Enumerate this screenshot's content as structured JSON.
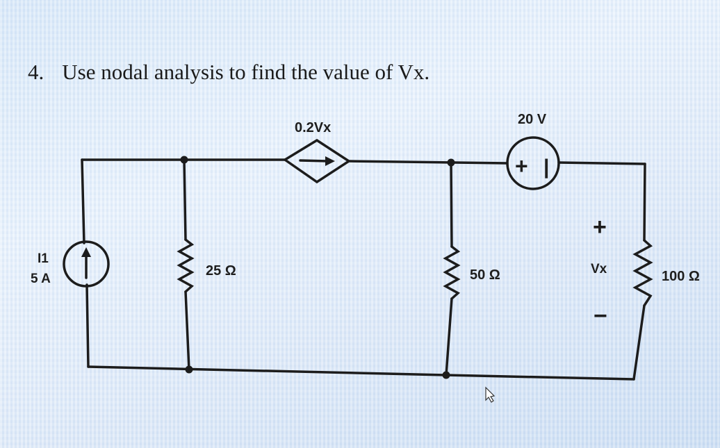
{
  "question": {
    "number": "4.",
    "text": "Use nodal analysis to find the value of Vx."
  },
  "circuit": {
    "current_source": {
      "name": "I1",
      "value": "5 A"
    },
    "dependent_source": {
      "label": "0.2Vx"
    },
    "voltage_source": {
      "label": "20 V",
      "plus": "+",
      "minus": "|"
    },
    "resistors": [
      {
        "label": "25 Ω"
      },
      {
        "label": "50 Ω"
      },
      {
        "label": "100 Ω"
      }
    ],
    "vx": {
      "label": "Vx",
      "plus": "+",
      "minus": "−"
    }
  },
  "colors": {
    "wire": "#1c1c1c",
    "text": "#1e1e1e",
    "background": "#e3eefa"
  }
}
